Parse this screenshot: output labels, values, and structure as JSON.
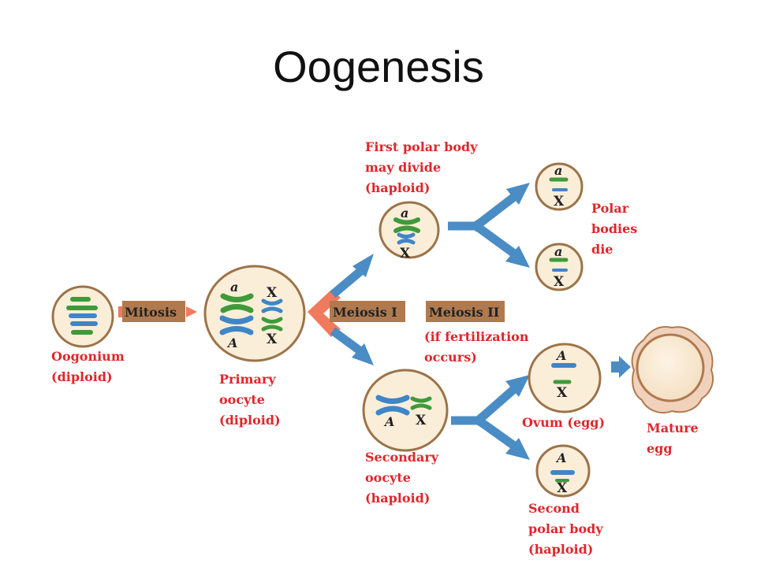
{
  "title": "Oogenesis",
  "colors": {
    "label": "#e0262b",
    "cell_fill": "#fbeed9",
    "cell_border": "#9c7349",
    "chromosome_green": "#3f9a3a",
    "chromosome_blue": "#3f86c8",
    "arrow_blue": "#4a8cc4",
    "arrow_salmon": "#f07a5e",
    "stage_box": "#b07a4e",
    "egg_outer": "#f0d2bc"
  },
  "labels": {
    "oogonium": [
      "Oogonium",
      "(diploid)"
    ],
    "primary_oocyte": [
      "Primary",
      "oocyte",
      "(diploid)"
    ],
    "first_polar_body": [
      "First polar body",
      "may divide",
      "(haploid)"
    ],
    "polar_bodies_die": [
      "Polar",
      "bodies",
      "die"
    ],
    "fertilization": [
      "(if fertilization",
      "occurs)"
    ],
    "secondary_oocyte": [
      "Secondary",
      "oocyte",
      "(haploid)"
    ],
    "ovum": "Ovum (egg)",
    "second_polar_body": [
      "Second",
      "polar body",
      "(haploid)"
    ],
    "mature_egg": [
      "Mature",
      "egg"
    ]
  },
  "stages": {
    "mitosis": "Mitosis",
    "meiosis1": "Meiosis I",
    "meiosis2": "Meiosis II"
  },
  "alleles": {
    "recessive": "a",
    "dominant": "A",
    "x_chromosome": "X"
  }
}
